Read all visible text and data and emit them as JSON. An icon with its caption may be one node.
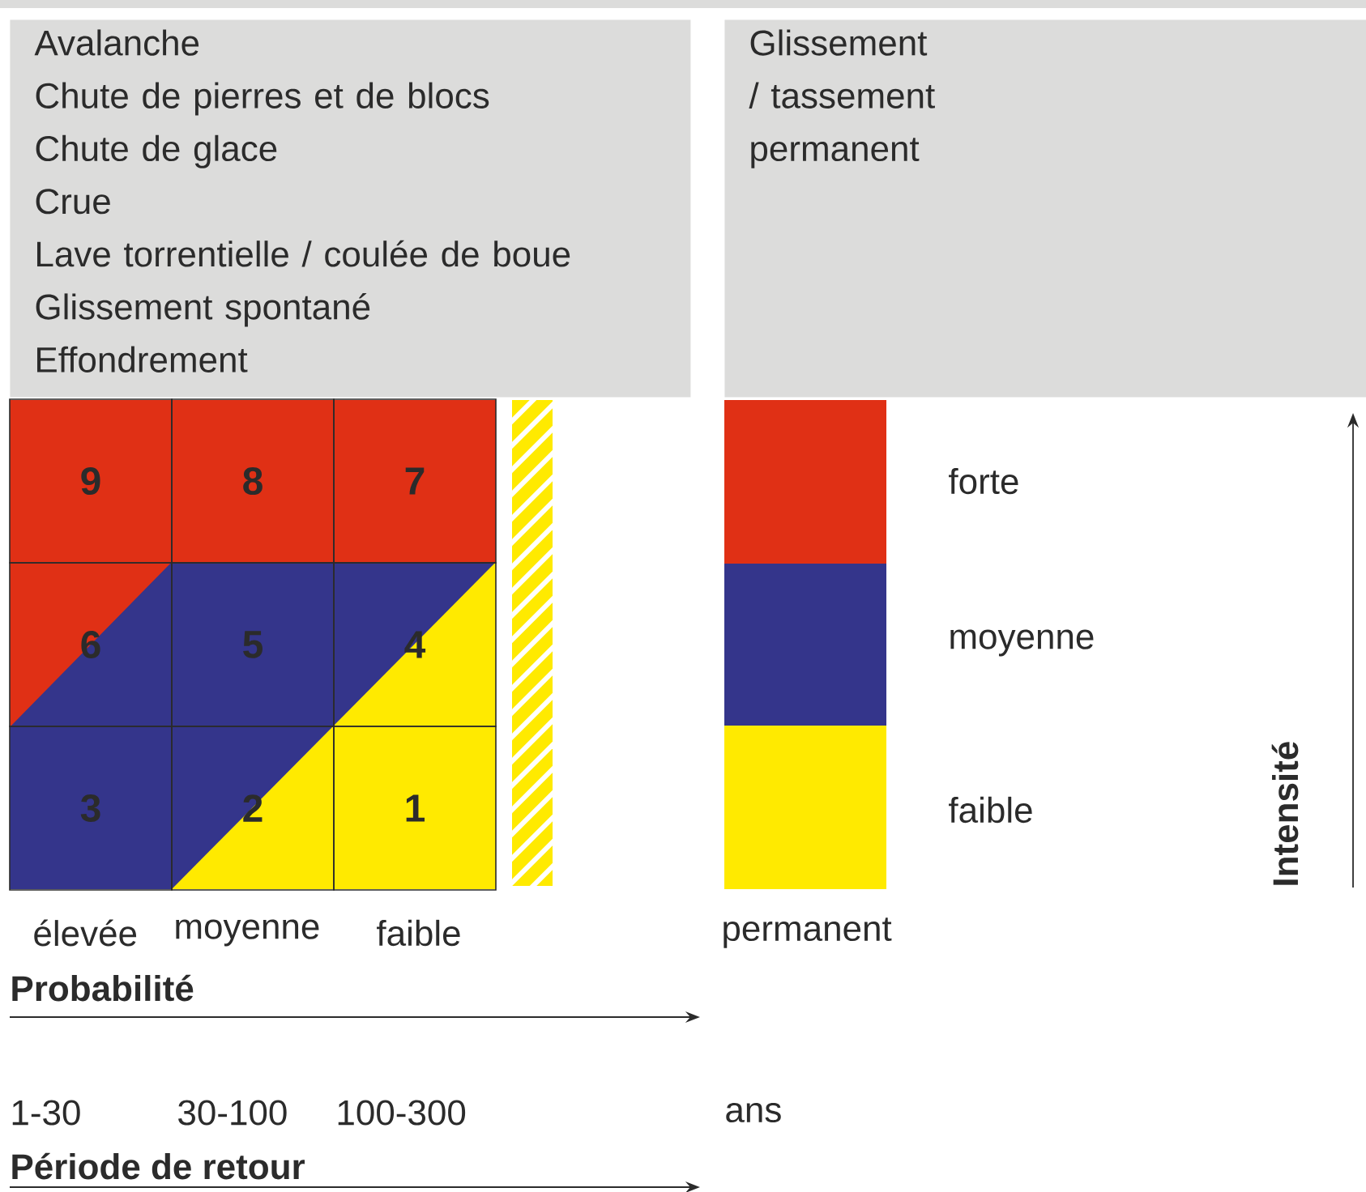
{
  "diagram": {
    "nodes": [
      {
        "text": [
          "Avalanche",
          "Chute de pierres et de blocs",
          "Chute de glace",
          "Crue",
          "Lave torrentielle / coulée de boue",
          "Glissement spontané",
          "Effondrement"
        ]
      },
      {
        "text": [
          "Glissement / tassement permanent"
        ]
      },
      {
        "text": [
          "9"
        ]
      },
      {
        "text": [
          "8"
        ]
      },
      {
        "text": [
          "7"
        ]
      },
      {
        "text": [
          "6"
        ]
      },
      {
        "text": [
          "5"
        ]
      },
      {
        "text": [
          "4"
        ]
      },
      {
        "text": [
          "3"
        ]
      },
      {
        "text": [
          "2"
        ]
      },
      {
        "text": [
          "1"
        ]
      },
      {
        "text": [],
        "shape": "bar"
      }
    ],
    "labels": [
      "Intensité",
      "élevée",
      "moyenne",
      "faible",
      "permanent",
      "Probabilité",
      "1-30",
      "30-100",
      "100-300",
      "ans",
      "Période de retour"
    ],
    "legend": [
      {
        "text": "forte",
        "color": "#e03015"
      },
      {
        "text": "moyenne",
        "color": "#34358b"
      },
      {
        "text": "faible",
        "color": "#ffea00"
      }
    ]
  }
}
